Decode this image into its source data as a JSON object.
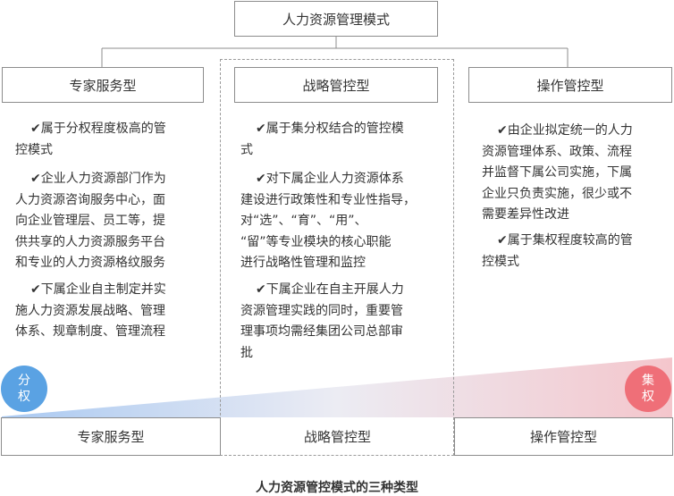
{
  "title": "人力资源管理模式",
  "columns": [
    {
      "heading": "专家服务型",
      "points": [
        [
          "✔属于分权程度极高的管",
          "控模式"
        ],
        [
          "✔企业人力资源部门作为",
          "人力资源咨询服务中心，面",
          "向企业管理层、员工等，提",
          "供共享的人力资源服务平台",
          "和专业的人力资源格纹服务"
        ],
        [
          "✔下属企业自主制定并实",
          "施人力资源发展战略、管理",
          "体系、规章制度、管理流程"
        ]
      ]
    },
    {
      "heading": "战略管控型",
      "points": [
        [
          "✔属于集分权结合的管控模",
          "式"
        ],
        [
          "✔对下属企业人力资源体系",
          "建设进行政策性和专业性指导，",
          "对“选”、“育”、“用”、",
          "“留”等专业模块的核心职能",
          "进行战略性管理和监控"
        ],
        [
          "✔下属企业在自主开展人力",
          "资源管理实践的同时，重要管",
          "理事项均需经集团公司总部审",
          "批"
        ]
      ]
    },
    {
      "heading": "操作管控型",
      "points": [
        [
          "✔由企业拟定统一的人力",
          "资源管理体系、政策、流程",
          "并监督下属公司实施，下属",
          "企业只负责实施，很少或不",
          "需要差异性改进"
        ],
        [
          "✔属于集权程度较高的管",
          "控模式"
        ]
      ]
    }
  ],
  "spectrum": {
    "left": [
      "分",
      "权"
    ],
    "right": [
      "集",
      "权"
    ],
    "left_color": "#5aa2e3",
    "right_color": "#ef6f78"
  },
  "bottom": [
    "专家服务型",
    "战略管控型",
    "操作管控型"
  ],
  "caption": "人力资源管控模式的三种类型"
}
